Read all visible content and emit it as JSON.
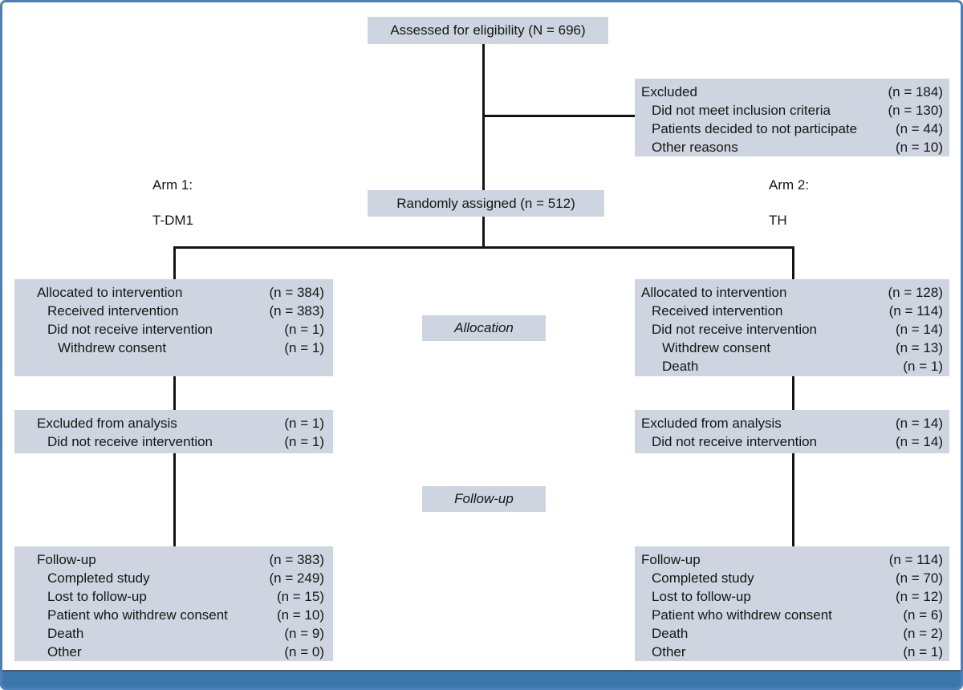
{
  "colors": {
    "box_fill": "#ced5e0",
    "line_color": "#141414",
    "text_color": "#161616",
    "frame_border": "#4c80b8",
    "bottom_bar": "#3b76ad",
    "bottom_bar_edge": "#4e5a66"
  },
  "top_box": {
    "text": "Assessed for eligibility (N = 696)"
  },
  "excluded_box": {
    "rows": [
      {
        "label": "Excluded",
        "value": "(n = 184)",
        "indent": 0
      },
      {
        "label": "Did not meet inclusion criteria",
        "value": "(n = 130)",
        "indent": 1
      },
      {
        "label": "Patients decided to not participate",
        "value": "(n = 44)",
        "indent": 1
      },
      {
        "label": "Other reasons",
        "value": "(n = 10)",
        "indent": 1
      }
    ]
  },
  "arm1": {
    "line1": "Arm 1:",
    "line2": "T-DM1"
  },
  "arm2": {
    "line1": "Arm 2:",
    "line2": "TH"
  },
  "randomized_box": {
    "text": "Randomly assigned (n = 512)"
  },
  "stage_labels": {
    "allocation": "Allocation",
    "follow_up": "Follow-up"
  },
  "allocation_left": {
    "rows": [
      {
        "label": "Allocated to intervention",
        "value": "(n = 384)",
        "indent": 0
      },
      {
        "label": "Received intervention",
        "value": "(n = 383)",
        "indent": 1
      },
      {
        "label": "Did not receive intervention",
        "value": "(n = 1)",
        "indent": 1
      },
      {
        "label": "Withdrew consent",
        "value": "(n = 1)",
        "indent": 2
      }
    ]
  },
  "allocation_right": {
    "rows": [
      {
        "label": "Allocated to intervention",
        "value": "(n = 128)",
        "indent": 0
      },
      {
        "label": "Received intervention",
        "value": "(n = 114)",
        "indent": 1
      },
      {
        "label": "Did not receive intervention",
        "value": "(n = 14)",
        "indent": 1
      },
      {
        "label": "Withdrew consent",
        "value": "(n = 13)",
        "indent": 2
      },
      {
        "label": "Death",
        "value": "(n = 1)",
        "indent": 2
      }
    ]
  },
  "excluded_analysis_left": {
    "rows": [
      {
        "label": "Excluded from analysis",
        "value": "(n = 1)",
        "indent": 0
      },
      {
        "label": "Did not receive intervention",
        "value": "(n = 1)",
        "indent": 1
      }
    ]
  },
  "excluded_analysis_right": {
    "rows": [
      {
        "label": "Excluded from analysis",
        "value": "(n = 14)",
        "indent": 0
      },
      {
        "label": "Did not receive intervention",
        "value": "(n = 14)",
        "indent": 1
      }
    ]
  },
  "follow_up_left": {
    "rows": [
      {
        "label": "Follow-up",
        "value": "(n = 383)",
        "indent": 0
      },
      {
        "label": "Completed study",
        "value": "(n = 249)",
        "indent": 1
      },
      {
        "label": "Lost to follow-up",
        "value": "(n = 15)",
        "indent": 1
      },
      {
        "label": "Patient who withdrew consent",
        "value": "(n = 10)",
        "indent": 1
      },
      {
        "label": "Death",
        "value": "(n = 9)",
        "indent": 1
      },
      {
        "label": "Other",
        "value": "(n = 0)",
        "indent": 1
      }
    ]
  },
  "follow_up_right": {
    "rows": [
      {
        "label": "Follow-up",
        "value": "(n = 114)",
        "indent": 0
      },
      {
        "label": "Completed study",
        "value": "(n = 70)",
        "indent": 1
      },
      {
        "label": "Lost to follow-up",
        "value": "(n = 12)",
        "indent": 1
      },
      {
        "label": "Patient who withdrew consent",
        "value": "(n = 6)",
        "indent": 1
      },
      {
        "label": "Death",
        "value": "(n = 2)",
        "indent": 1
      },
      {
        "label": "Other",
        "value": "(n = 1)",
        "indent": 1
      }
    ]
  }
}
